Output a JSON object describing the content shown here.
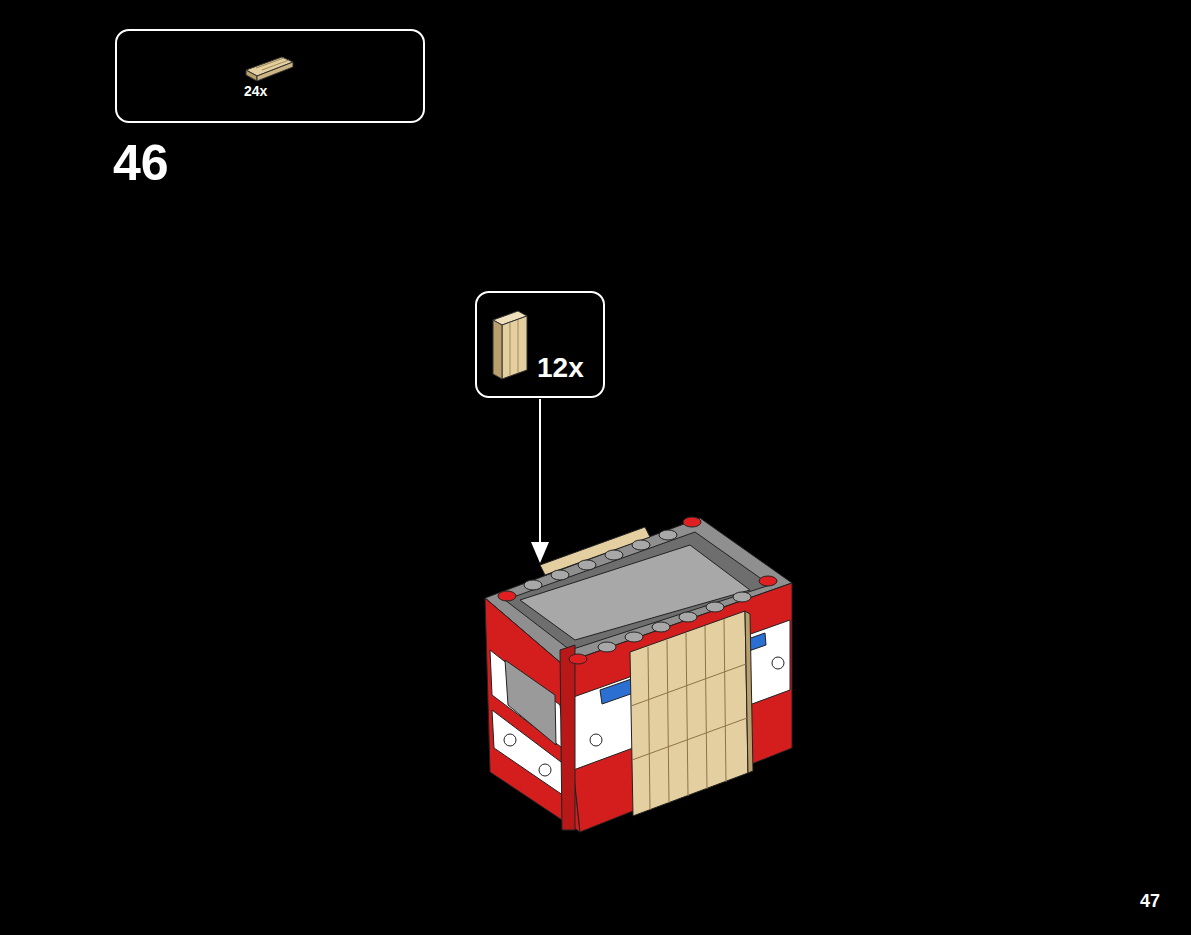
{
  "diagram": {
    "nodes": [
      {
        "text": [
          "24x"
        ]
      },
      {
        "text": [
          "12x"
        ]
      }
    ],
    "labels": [
      "46",
      "47"
    ]
  }
}
